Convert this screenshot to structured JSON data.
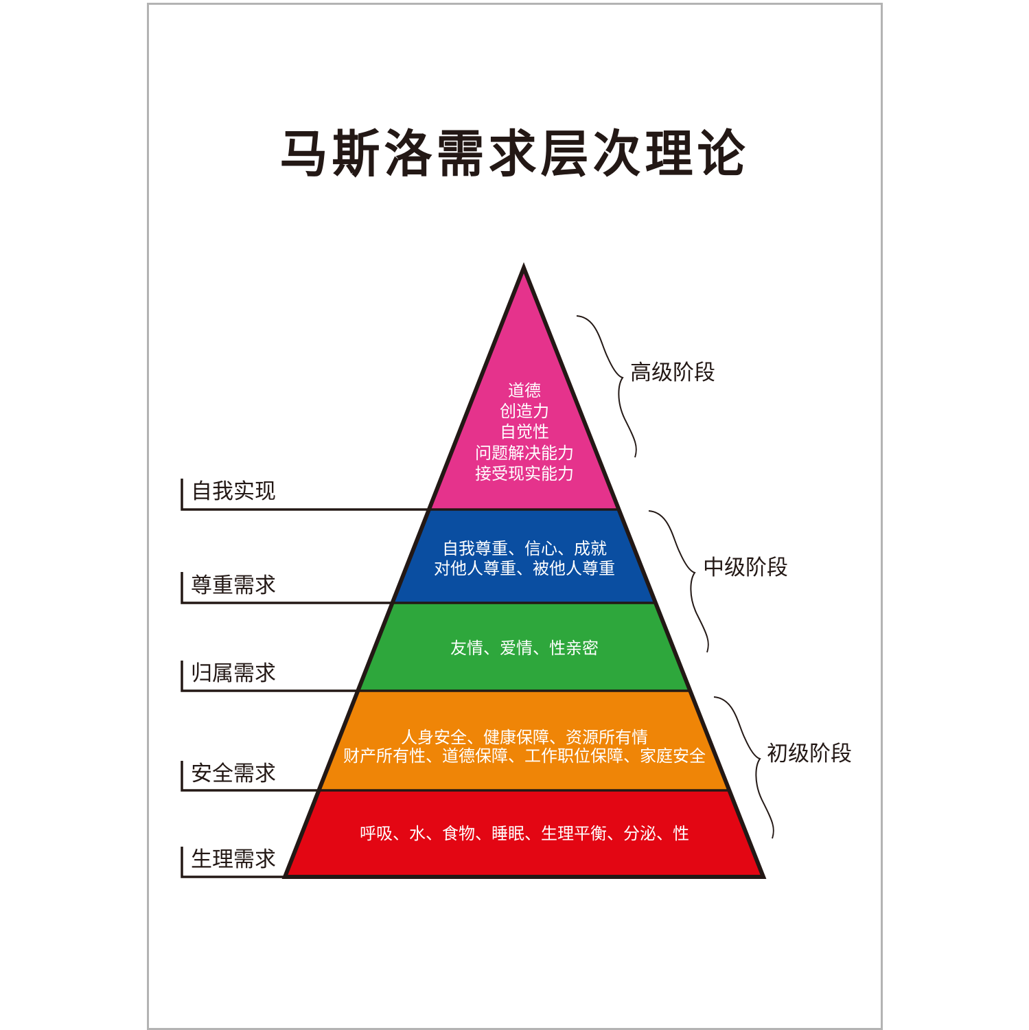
{
  "title": "马斯洛需求层次理论",
  "colors": {
    "self_actualization": "#e5338c",
    "esteem": "#0a4ea1",
    "belonging": "#2ea73c",
    "safety": "#ef8507",
    "physiological": "#e30613",
    "outline": "#231815",
    "frame": "#b3b3b3"
  },
  "levels": [
    {
      "name": "自我实现",
      "lines": [
        "道德",
        "创造力",
        "自觉性",
        "问题解决能力",
        "接受现实能力"
      ]
    },
    {
      "name": "尊重需求",
      "lines": [
        "自我尊重、信心、成就",
        "对他人尊重、被他人尊重"
      ]
    },
    {
      "name": "归属需求",
      "lines": [
        "友情、爱情、性亲密"
      ]
    },
    {
      "name": "安全需求",
      "lines": [
        "人身安全、健康保障、资源所有情",
        "财产所有性、道德保障、工作职位保障、家庭安全"
      ]
    },
    {
      "name": "生理需求",
      "lines": [
        "呼吸、水、食物、睡眠、生理平衡、分泌、性"
      ]
    }
  ],
  "stages": [
    {
      "label": "高级阶段",
      "covers": [
        "自我实现"
      ]
    },
    {
      "label": "中级阶段",
      "covers": [
        "尊重需求",
        "归属需求"
      ]
    },
    {
      "label": "初级阶段",
      "covers": [
        "安全需求",
        "生理需求"
      ]
    }
  ]
}
